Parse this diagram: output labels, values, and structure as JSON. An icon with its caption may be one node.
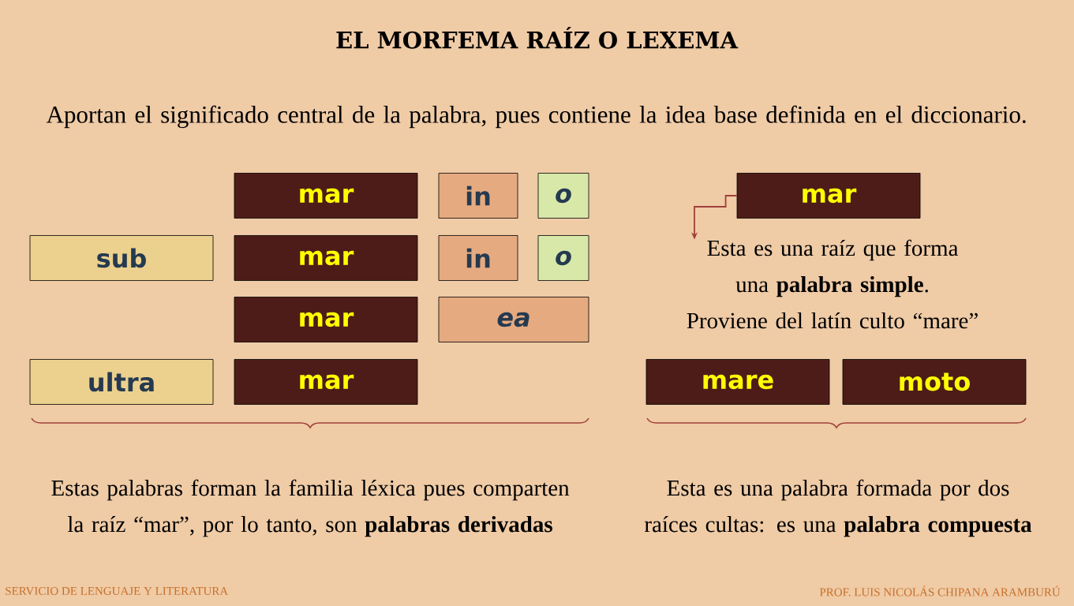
{
  "diagram": {
    "title": "EL MORFEMA RAÍZ O LEXEMA",
    "nodes": [
      {
        "text": [
          "mar"
        ]
      },
      {
        "text": [
          "in"
        ]
      },
      {
        "text": [
          "o"
        ]
      },
      {
        "text": [
          "sub"
        ]
      },
      {
        "text": [
          "mar"
        ]
      },
      {
        "text": [
          "in"
        ]
      },
      {
        "text": [
          "o"
        ]
      },
      {
        "text": [
          "mar"
        ]
      },
      {
        "text": [
          "ea"
        ]
      },
      {
        "text": [
          "ultra"
        ]
      },
      {
        "text": [
          "mar"
        ]
      },
      {
        "text": [
          "mar"
        ]
      },
      {
        "text": [
          "Esta es una raíz que forma una **palabra simple**.",
          "Proviene del latín culto “mare”"
        ]
      },
      {
        "text": [
          "mare"
        ]
      },
      {
        "text": [
          "moto"
        ]
      }
    ],
    "edges": [
      {
        "from": 11,
        "to": 12,
        "arrow": "to"
      }
    ],
    "labels": [
      "Aportan el significado central de la palabra, pues contiene la idea base definida en el diccionario.",
      "Estas palabras forman la familia léxica pues comparten la raíz “mar”, por lo tanto, son **palabras derivadas**",
      "Esta es una palabra formada por dos raíces cultas: es una **palabra compuesta**",
      "SERVICIO DE LENGUAJE Y LITERATURA",
      "PROF. LUIS NICOLÁS CHIPANA ARAMBURÚ"
    ]
  }
}
